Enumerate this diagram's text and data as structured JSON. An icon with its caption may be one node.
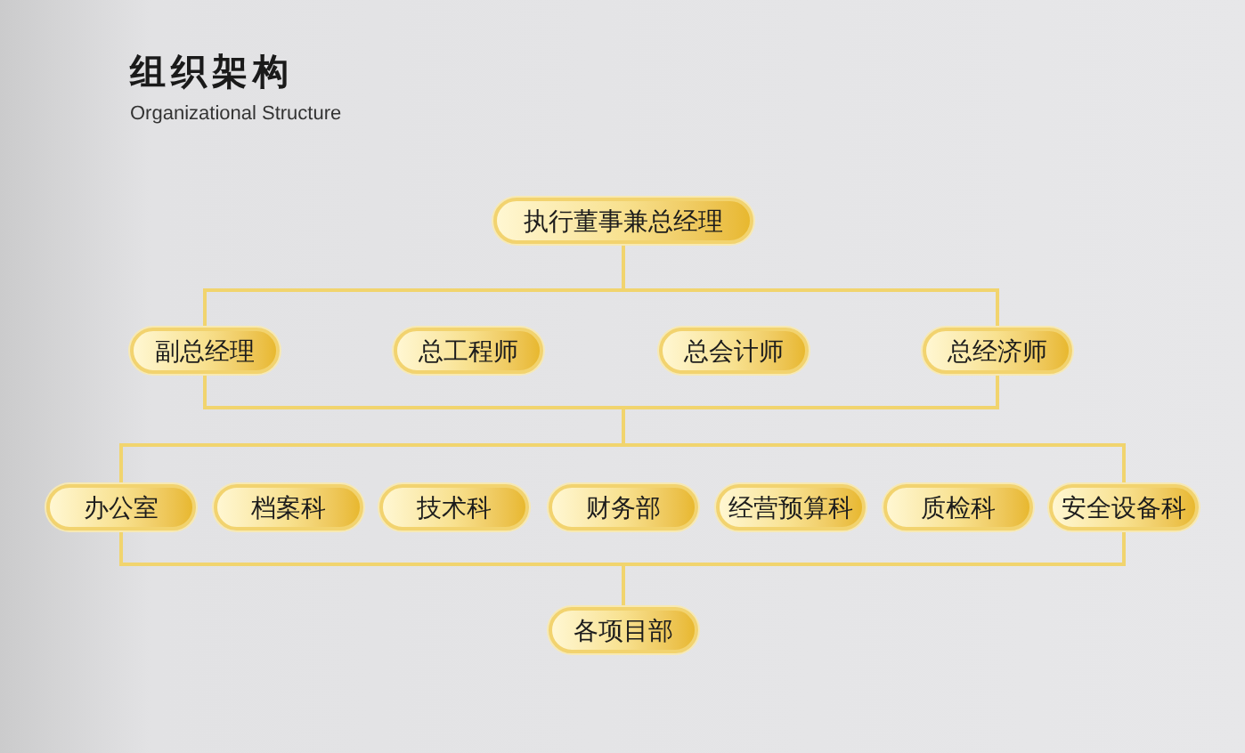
{
  "diagram": {
    "title": "组织架构",
    "nodes": [
      {
        "text": [
          "执行董事兼总经理"
        ]
      },
      {
        "text": [
          "副总经理"
        ]
      },
      {
        "text": [
          "总工程师"
        ]
      },
      {
        "text": [
          "总会计师"
        ]
      },
      {
        "text": [
          "总经济师"
        ]
      },
      {
        "text": [
          "办公室"
        ]
      },
      {
        "text": [
          "档案科"
        ]
      },
      {
        "text": [
          "技术科"
        ]
      },
      {
        "text": [
          "财务部"
        ]
      },
      {
        "text": [
          "经营预算科"
        ]
      },
      {
        "text": [
          "质检科"
        ]
      },
      {
        "text": [
          "安全设备科"
        ]
      },
      {
        "text": [
          "各项目部"
        ]
      }
    ],
    "edges": [
      {
        "from": 0,
        "to": 1,
        "arrow": "none"
      },
      {
        "from": 0,
        "to": 4,
        "arrow": "none"
      },
      {
        "from": 1,
        "to": 5,
        "arrow": "none"
      },
      {
        "from": 1,
        "to": 11,
        "arrow": "none"
      },
      {
        "from": 4,
        "to": 5,
        "arrow": "none"
      },
      {
        "from": 4,
        "to": 11,
        "arrow": "none"
      },
      {
        "from": 5,
        "to": 12,
        "arrow": "none"
      },
      {
        "from": 11,
        "to": 12,
        "arrow": "none"
      }
    ],
    "labels": [
      "Organizational Structure"
    ]
  }
}
